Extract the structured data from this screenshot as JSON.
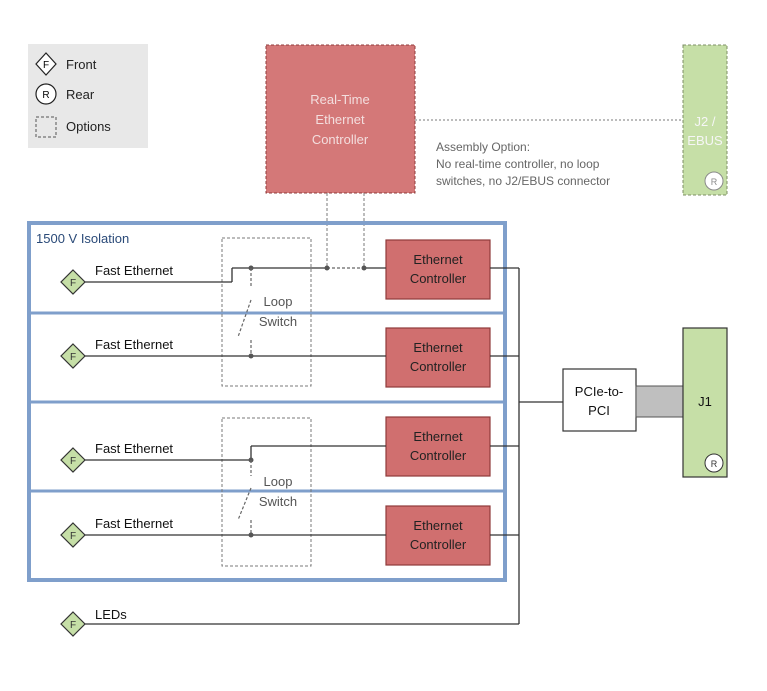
{
  "legend": {
    "front_letter": "F",
    "front_label": "Front",
    "rear_letter": "R",
    "rear_label": "Rear",
    "options_label": "Options"
  },
  "rt_controller": {
    "line1": "Real-Time",
    "line2": "Ethernet",
    "line3": "Controller"
  },
  "assembly_option": {
    "line1": "Assembly Option:",
    "line2": "No real-time controller, no loop",
    "line3": "switches, no J2/EBUS connector"
  },
  "j2": {
    "line1": "J2 /",
    "line2": "EBUS",
    "badge": "R"
  },
  "isolation_label": "1500 V  Isolation",
  "ports": [
    {
      "label": "Fast Ethernet",
      "badge": "F"
    },
    {
      "label": "Fast Ethernet",
      "badge": "F"
    },
    {
      "label": "Fast Ethernet",
      "badge": "F"
    },
    {
      "label": "Fast Ethernet",
      "badge": "F"
    }
  ],
  "eth_controllers": [
    {
      "line1": "Ethernet",
      "line2": "Controller"
    },
    {
      "line1": "Ethernet",
      "line2": "Controller"
    },
    {
      "line1": "Ethernet",
      "line2": "Controller"
    },
    {
      "line1": "Ethernet",
      "line2": "Controller"
    }
  ],
  "loop_switches": [
    {
      "line1": "Loop",
      "line2": "Switch"
    },
    {
      "line1": "Loop",
      "line2": "Switch"
    }
  ],
  "pcie": {
    "line1": "PCIe-to-",
    "line2": "PCI"
  },
  "j1": {
    "label": "J1",
    "badge": "R"
  },
  "leds": {
    "label": "LEDs",
    "badge": "F"
  },
  "colors": {
    "red_fill": "#d06f6f",
    "red_fill_dashed": "#d47878",
    "red_stroke": "#8f3b3b",
    "green_fill": "#c6dfa7",
    "green_stroke": "#6e8a4a",
    "blue_border": "#7f9fcb",
    "legend_bg": "#e8e8e8",
    "line": "#333333",
    "dash": "#7a7a7a",
    "connector_gray": "#bfbfbf"
  }
}
